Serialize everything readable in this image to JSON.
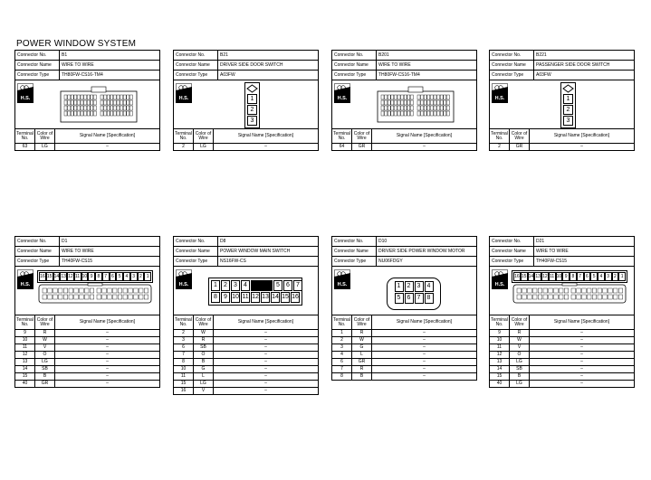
{
  "page_title": "POWER WINDOW SYSTEM",
  "labels": {
    "connector_no": "Connector No.",
    "connector_name": "Connector Name",
    "connector_type": "Connector Type",
    "terminal_no": "Terminal No.",
    "color_of_wire": "Color of Wire",
    "signal_name": "Signal Name [Specification]",
    "hs": "H.S."
  },
  "connectors": [
    {
      "no": "B1",
      "name": "WIRE TO WIRE",
      "type": "TH80FW-CS16-TM4",
      "rows": [
        {
          "t": "63",
          "c": "LG",
          "s": "–"
        }
      ]
    },
    {
      "no": "B21",
      "name": "DRIVER SIDE DOOR SWITCH",
      "type": "A03FW",
      "pins": [
        "1",
        "2",
        "3"
      ],
      "rows": [
        {
          "t": "2",
          "c": "LG",
          "s": "–"
        }
      ]
    },
    {
      "no": "B201",
      "name": "WIRE TO WIRE",
      "type": "TH80FW-CS16-TM4",
      "rows": [
        {
          "t": "64",
          "c": "GR",
          "s": "–"
        }
      ]
    },
    {
      "no": "B221",
      "name": "PASSENGER SIDE DOOR SWITCH",
      "type": "A03FW",
      "pins": [
        "1",
        "2",
        "3"
      ],
      "rows": [
        {
          "t": "2",
          "c": "GR",
          "s": "–"
        }
      ]
    },
    {
      "no": "D1",
      "name": "WIRE TO WIRE",
      "type": "TH40FW-CS15",
      "pins_top": [
        "16",
        "15",
        "14",
        "13",
        "12",
        "11",
        "10",
        "9",
        "8",
        "7",
        "6",
        "5",
        "4",
        "3",
        "2",
        "1"
      ],
      "rows": [
        {
          "t": "9",
          "c": "R",
          "s": "–"
        },
        {
          "t": "10",
          "c": "W",
          "s": "–"
        },
        {
          "t": "11",
          "c": "V",
          "s": "–"
        },
        {
          "t": "12",
          "c": "O",
          "s": "–"
        },
        {
          "t": "13",
          "c": "LG",
          "s": "–"
        },
        {
          "t": "14",
          "c": "SB",
          "s": "–"
        },
        {
          "t": "15",
          "c": "B",
          "s": "–"
        },
        {
          "t": "40",
          "c": "GR",
          "s": "–"
        }
      ]
    },
    {
      "no": "D8",
      "name": "POWER WINDOW MAIN SWITCH",
      "type": "NS16FW-CS",
      "pins_top": [
        "1",
        "2",
        "3",
        "4",
        "",
        "5",
        "6",
        "7"
      ],
      "pins_bottom": [
        "8",
        "9",
        "10",
        "11",
        "12",
        "13",
        "14",
        "15",
        "16"
      ],
      "rows": [
        {
          "t": "2",
          "c": "W",
          "s": "–"
        },
        {
          "t": "3",
          "c": "R",
          "s": "–"
        },
        {
          "t": "6",
          "c": "SB",
          "s": "–"
        },
        {
          "t": "7",
          "c": "O",
          "s": "–"
        },
        {
          "t": "8",
          "c": "B",
          "s": "–"
        },
        {
          "t": "10",
          "c": "G",
          "s": "–"
        },
        {
          "t": "11",
          "c": "L",
          "s": "–"
        },
        {
          "t": "15",
          "c": "LG",
          "s": "–"
        },
        {
          "t": "16",
          "c": "V",
          "s": "–"
        }
      ]
    },
    {
      "no": "D10",
      "name": "DRIVER SIDE POWER WINDOW MOTOR",
      "type": "NU06FDGY",
      "pins_top": [
        "1",
        "2",
        "3",
        "4"
      ],
      "pins_bottom": [
        "5",
        "6",
        "7",
        "8"
      ],
      "rows": [
        {
          "t": "1",
          "c": "R",
          "s": "–"
        },
        {
          "t": "2",
          "c": "W",
          "s": "–"
        },
        {
          "t": "3",
          "c": "G",
          "s": "–"
        },
        {
          "t": "4",
          "c": "L",
          "s": "–"
        },
        {
          "t": "6",
          "c": "GR",
          "s": "–"
        },
        {
          "t": "7",
          "c": "R",
          "s": "–"
        },
        {
          "t": "8",
          "c": "B",
          "s": "–"
        }
      ]
    },
    {
      "no": "D21",
      "name": "WIRE TO WIRE",
      "type": "TH40FW-CS15",
      "pins_top": [
        "16",
        "15",
        "14",
        "13",
        "12",
        "11",
        "10",
        "9",
        "8",
        "7",
        "6",
        "5",
        "4",
        "3",
        "2",
        "1"
      ],
      "rows": [
        {
          "t": "9",
          "c": "R",
          "s": "–"
        },
        {
          "t": "10",
          "c": "W",
          "s": "–"
        },
        {
          "t": "11",
          "c": "V",
          "s": "–"
        },
        {
          "t": "12",
          "c": "O",
          "s": "–"
        },
        {
          "t": "13",
          "c": "LG",
          "s": "–"
        },
        {
          "t": "14",
          "c": "SB",
          "s": "–"
        },
        {
          "t": "15",
          "c": "B",
          "s": "–"
        },
        {
          "t": "40",
          "c": "LG",
          "s": "–"
        }
      ]
    }
  ]
}
